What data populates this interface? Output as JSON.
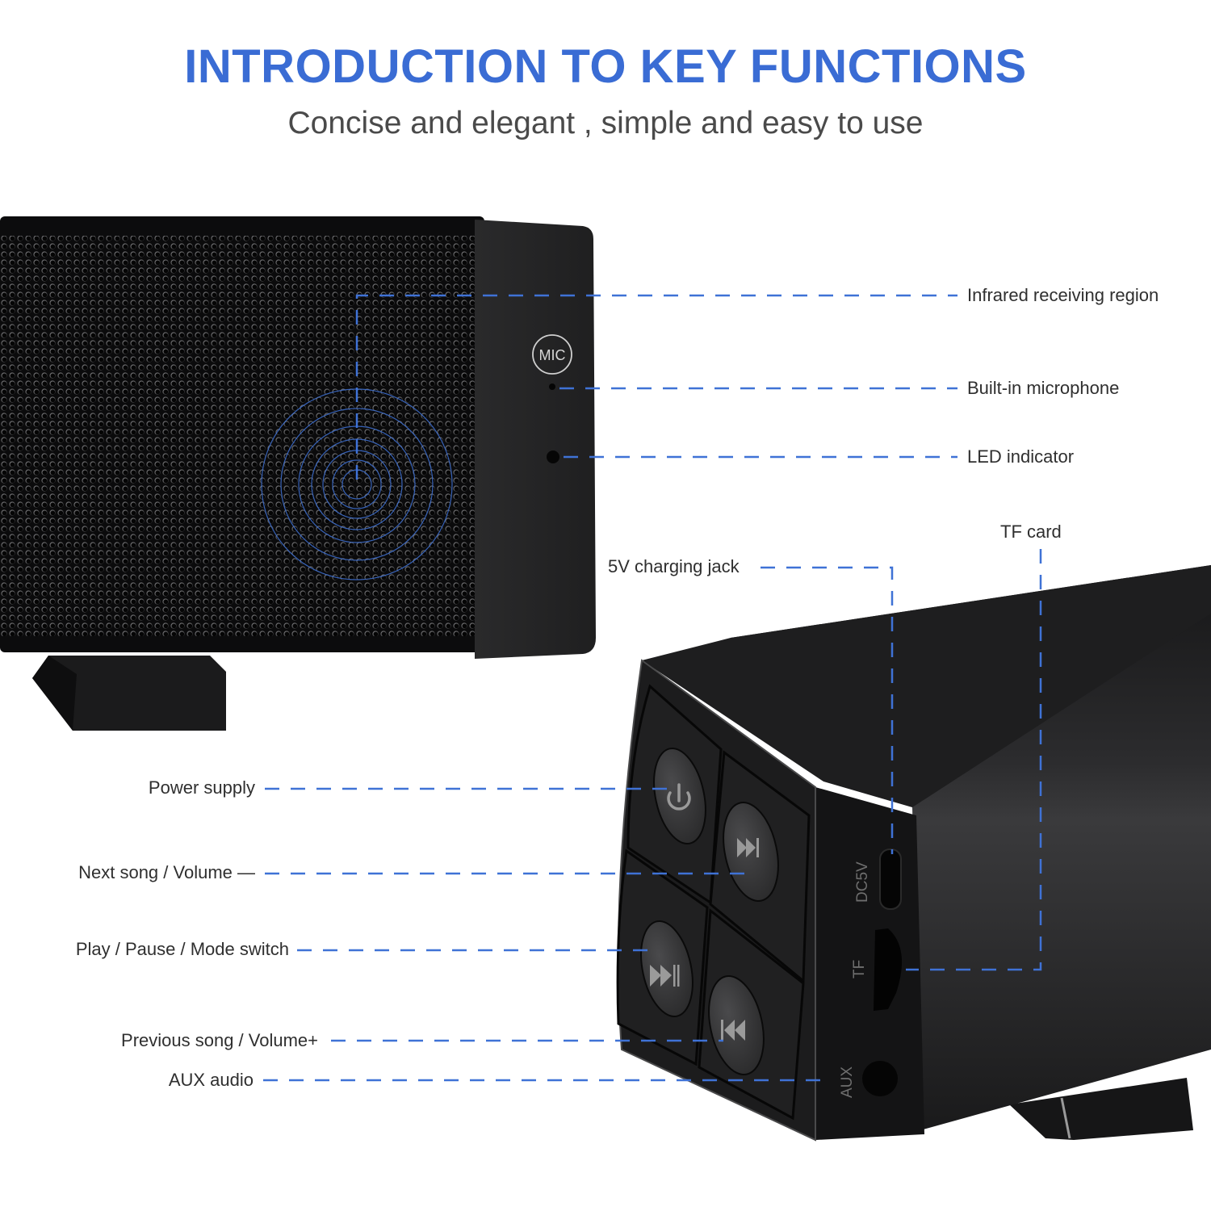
{
  "header": {
    "title": "INTRODUCTION TO KEY FUNCTIONS",
    "subtitle": "Concise and elegant , simple and easy to use"
  },
  "colors": {
    "accent": "#3a6cd4",
    "callout_line": "#3f72d6",
    "text": "#2f2f2f",
    "device_body": "#1c1c1d"
  },
  "front_view": {
    "mic_badge": "MIC",
    "callouts": [
      {
        "label": "Infrared receiving region"
      },
      {
        "label": "Built-in microphone"
      },
      {
        "label": "LED indicator"
      }
    ]
  },
  "side_view": {
    "port_labels": {
      "dc": "DC5V",
      "tf": "TF",
      "aux": "AUX"
    },
    "top_callouts": [
      {
        "label": "5V charging jack"
      },
      {
        "label": "TF card"
      }
    ],
    "button_callouts": [
      {
        "label": "Power supply",
        "icon": "power-icon"
      },
      {
        "label": "Next song / Volume —",
        "icon": "next-track-icon"
      },
      {
        "label": "Play / Pause / Mode switch",
        "icon": "play-pause-icon"
      },
      {
        "label": "Previous song / Volume+",
        "icon": "previous-track-icon"
      },
      {
        "label": "AUX audio",
        "icon": "aux-jack-icon"
      }
    ]
  }
}
